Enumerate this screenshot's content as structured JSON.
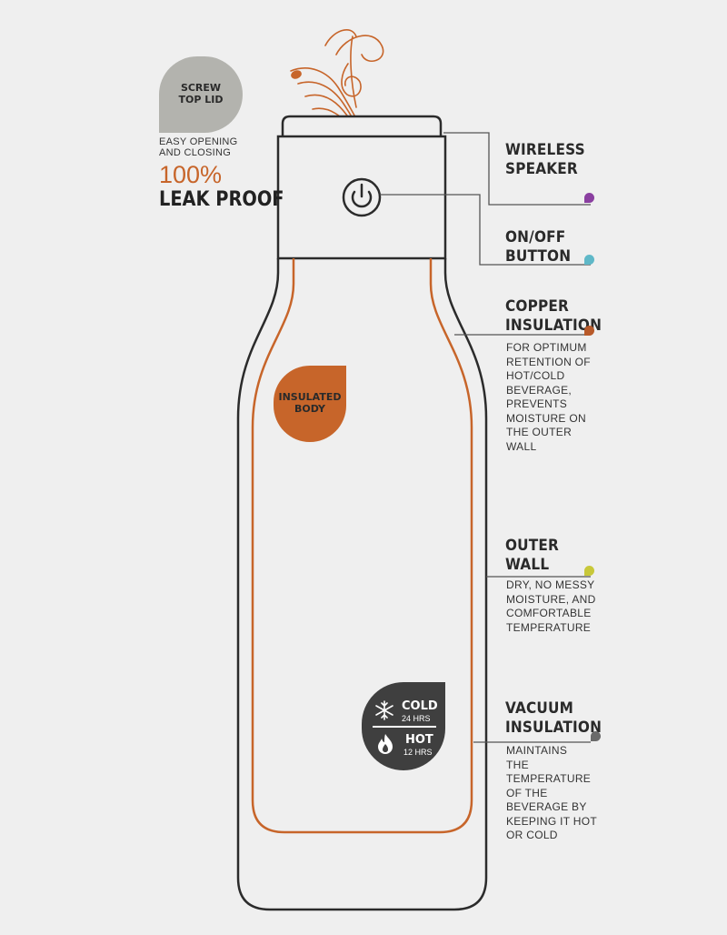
{
  "colors": {
    "background": "#efefef",
    "outline": "#2b2b2b",
    "copper": "#c7652a",
    "gray_badge": "#b3b3ae",
    "dark_badge": "#3f3f3f",
    "speaker_dot": "#8a3fa0",
    "button_dot": "#5fb8c8",
    "copper_dot": "#b85a2a",
    "outer_wall_dot": "#c8c83a",
    "vacuum_dot": "#6a6a6a"
  },
  "lid_badge": {
    "lines": [
      "SCREW",
      "TOP LID"
    ]
  },
  "lid_info": {
    "small_lines": [
      "EASY OPENING",
      "AND CLOSING"
    ],
    "percent": "100%",
    "big": "LEAK PROOF"
  },
  "body_badge": {
    "lines": [
      "INSULATED",
      "BODY"
    ]
  },
  "temp_badge": {
    "cold_label": "COLD",
    "cold_hours": "24 HRS",
    "hot_label": "HOT",
    "hot_hours": "12 HRS",
    "cold_icon": "snowflake-icon",
    "hot_icon": "flame-icon"
  },
  "features": [
    {
      "id": "wireless-speaker",
      "title": [
        "WIRELESS",
        "SPEAKER"
      ],
      "desc": [],
      "icon": "speaker-dot"
    },
    {
      "id": "on-off-button",
      "title": [
        "ON/OFF",
        "BUTTON"
      ],
      "desc": [],
      "icon": "button-dot"
    },
    {
      "id": "copper-insulation",
      "title": [
        "COPPER",
        "INSULATION"
      ],
      "desc": [
        "FOR OPTIMUM",
        "RETENTION OF",
        "HOT/COLD",
        "BEVERAGE,",
        "PREVENTS",
        "MOISTURE ON",
        "THE OUTER",
        "WALL"
      ],
      "icon": "copper-dot"
    },
    {
      "id": "outer-wall",
      "title": [
        "OUTER",
        "WALL"
      ],
      "desc": [
        "DRY, NO MESSY",
        "MOISTURE, AND",
        "COMFORTABLE",
        "TEMPERATURE"
      ],
      "icon": "outer-wall-dot"
    },
    {
      "id": "vacuum-insulation",
      "title": [
        "VACUUM",
        "INSULATION"
      ],
      "desc": [
        "MAINTAINS",
        "THE",
        "TEMPERATURE",
        "OF THE",
        "BEVERAGE BY",
        "KEEPING IT HOT",
        "OR COLD"
      ],
      "icon": "vacuum-dot"
    }
  ]
}
